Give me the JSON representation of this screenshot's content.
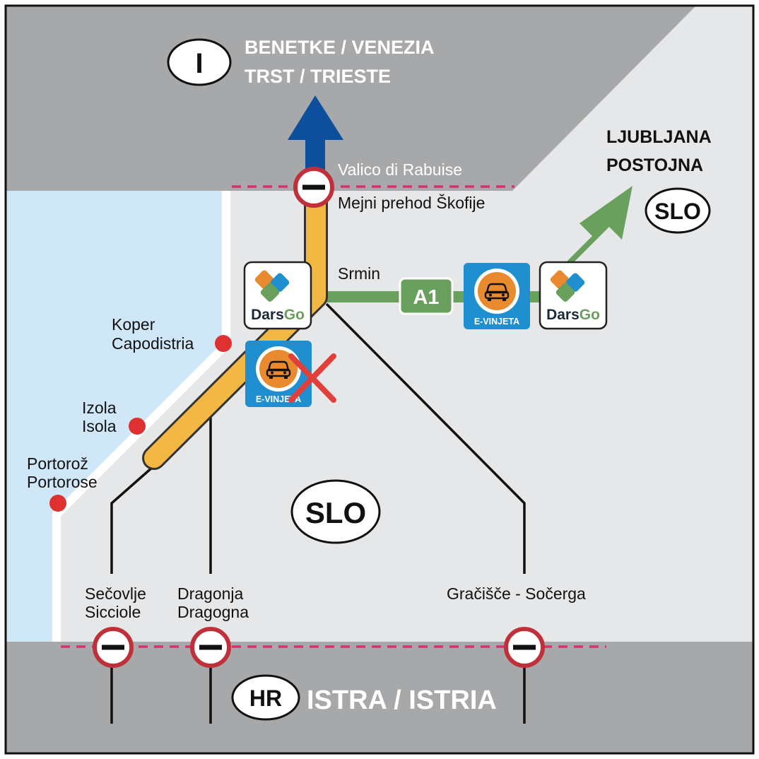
{
  "colors": {
    "italy_region": "#a7a8aa",
    "slovenia_region": "#e6e7e8",
    "croatia_region": "#a7a8aa",
    "sea": "#cfe7f7",
    "border_line": "#d6336c",
    "toll_motorway": "#f2b843",
    "a1_motorway": "#6aa05d",
    "arrow_italy": "#0d4f9c",
    "closed_sign": "#c0303a",
    "town_dot": "#e03131",
    "evinjeta_blue": "#1f8fd0",
    "evinjeta_orange": "#e98a2e",
    "cross": "#e1403a"
  },
  "italy": {
    "country_code": "I",
    "destination_line1": "BENETKE / VENEZIA",
    "destination_line2": "TRST / TRIESTE"
  },
  "slovenia": {
    "country_code": "SLO",
    "destination_code": "SLO",
    "destination_line1": "LJUBLJANA",
    "destination_line2": "POSTOJNA"
  },
  "croatia": {
    "country_code": "HR",
    "region_name": "ISTRA / ISTRIA"
  },
  "crossings": {
    "skofije_it": "Valico di Rabuise",
    "skofije_sl": "Mejni prehod Škofije",
    "secovlje_sl": "Sečovlje",
    "secovlje_it": "Sicciole",
    "dragonja_sl": "Dragonja",
    "dragonja_it": "Dragogna",
    "gracisce": "Gračišče - Sočerga"
  },
  "towns": {
    "koper_sl": "Koper",
    "koper_it": "Capodistria",
    "izola_sl": "Izola",
    "izola_it": "Isola",
    "portoroz_sl": "Portorož",
    "portoroz_it": "Portorose"
  },
  "junction": {
    "srmin": "Srmin"
  },
  "road": {
    "a1_label": "A1"
  },
  "badges": {
    "dars_brand_part1": "Dars",
    "dars_brand_part2": "Go",
    "evinjeta_label": "E-VINJETA"
  },
  "icons": {
    "closed_crossing": "no-entry-icon",
    "town": "red-dot-icon",
    "toll": "darsgo-logo",
    "vignette": "e-vinjeta-icon",
    "not_required": "red-x-icon"
  }
}
